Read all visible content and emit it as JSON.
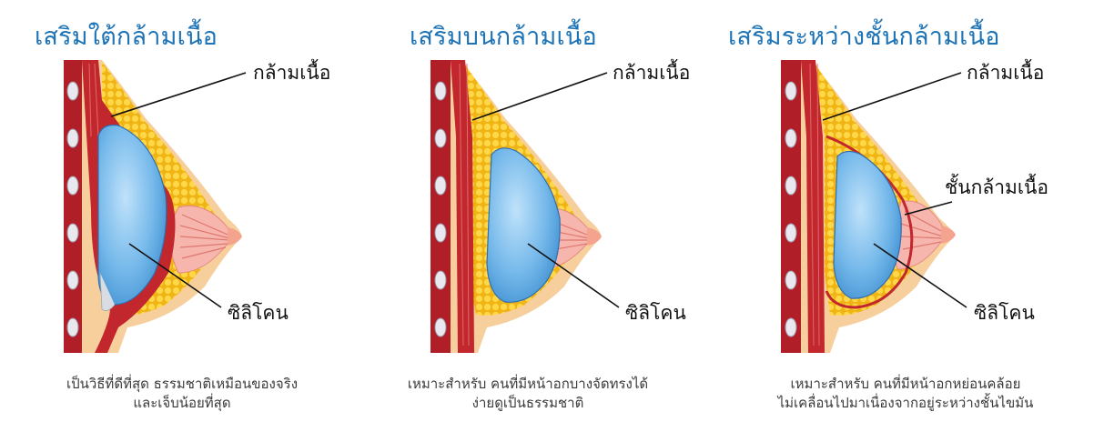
{
  "colors": {
    "title": "#1d73b5",
    "muscle": "#c1272d",
    "fat": "#f3c21a",
    "implant": "#6fb6ea",
    "skin": "#f7cf9d",
    "gland": "#f4a7a0"
  },
  "panels": [
    {
      "title": "เสริมใต้กล้ามเนื้อ",
      "label_muscle": "กล้ามเนื้อ",
      "label_implant": "ซิลิโคน",
      "desc": [
        "เป็นวิธีที่ดีที่สุด ธรรมชาติเหมือนของจริง",
        "และเจ็บน้อยที่สุด"
      ]
    },
    {
      "title": "เสริมบนกล้ามเนื้อ",
      "label_muscle": "กล้ามเนื้อ",
      "label_implant": "ซิลิโคน",
      "desc": [
        "เหมาะสำหรับ คนที่มีหน้าอกบางจัดทรงได้",
        "ง่ายดูเป็นธรรมชาติ"
      ]
    },
    {
      "title": "เสริมระหว่างชั้นกล้ามเนื้อ",
      "label_muscle": "กล้ามเนื้อ",
      "label_fascia": "ชั้นกล้ามเนื้อ",
      "label_implant": "ซิลิโคน",
      "desc": [
        "เหมาะสำหรับ คนที่มีหน้าอกหย่อนคล้อย",
        "ไม่เคลื่อนไปมาเนื่องจากอยู่ระหว่างชั้นไขมัน"
      ]
    }
  ]
}
